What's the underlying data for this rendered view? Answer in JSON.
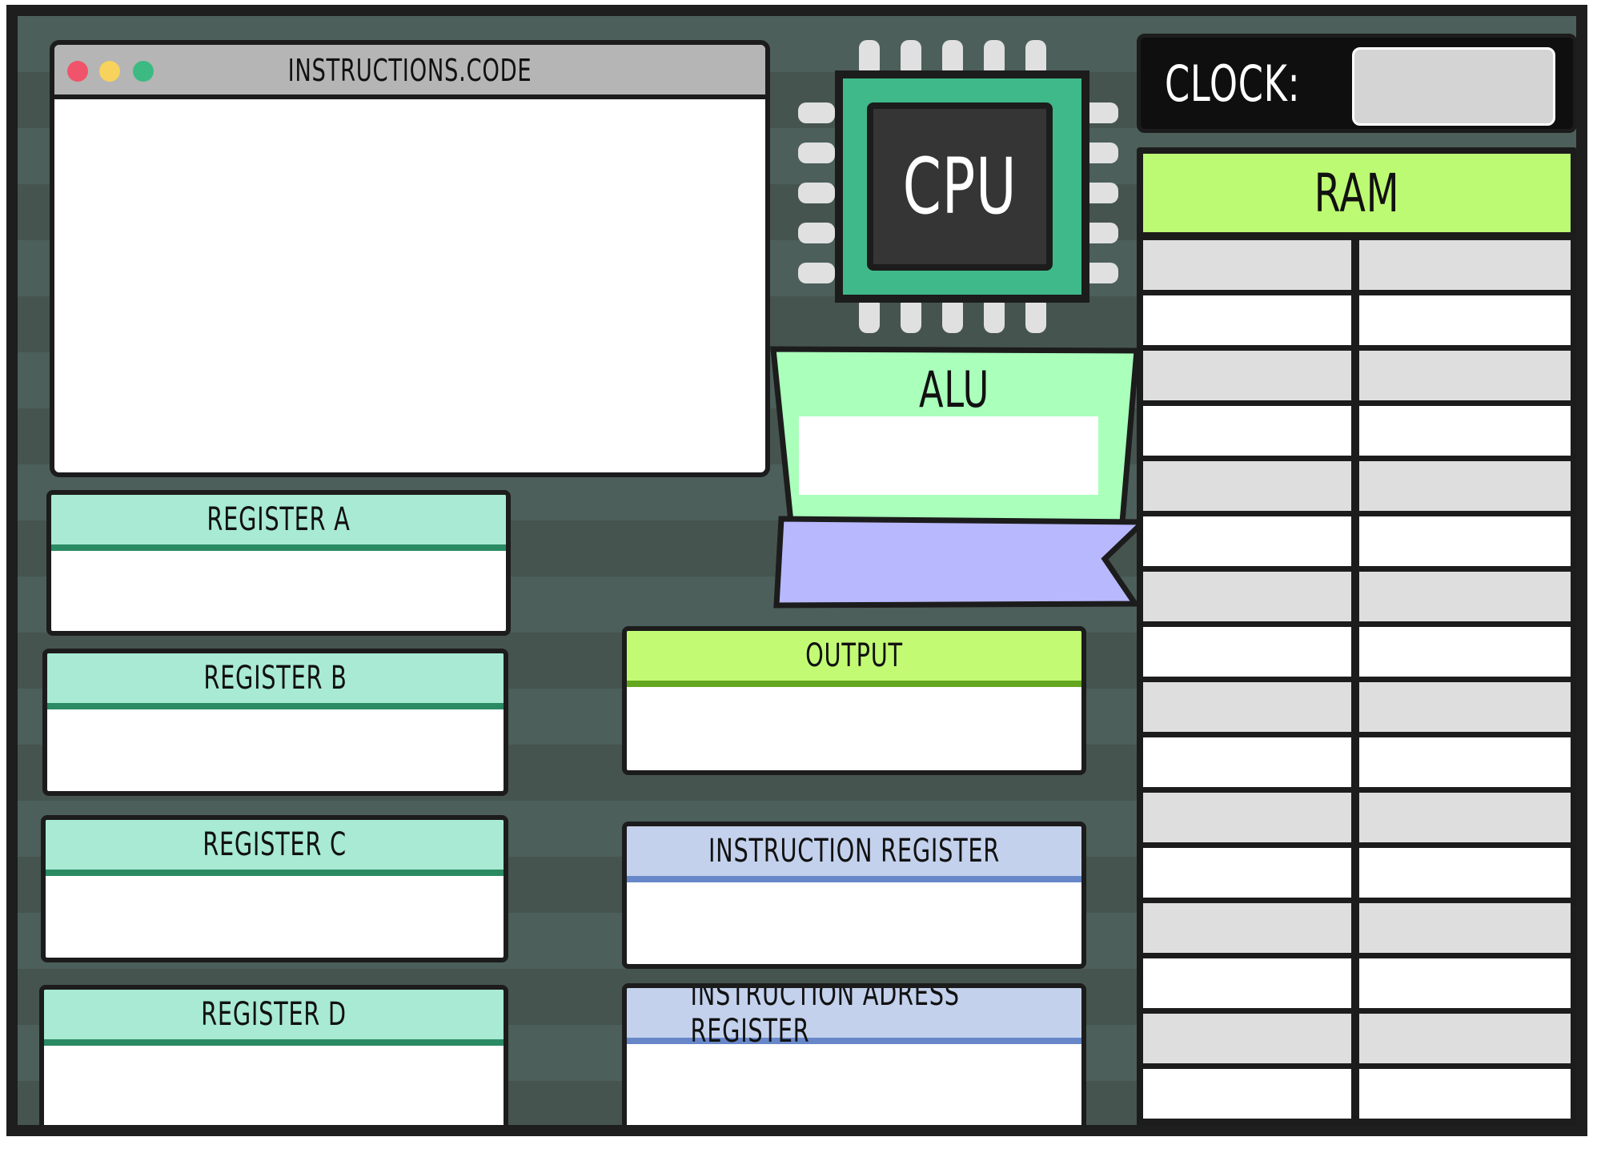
{
  "instructions_window": {
    "title": "INSTRUCTIONS.CODE",
    "code": "",
    "dots": [
      "#f0546a",
      "#f7d25c",
      "#3cba82"
    ]
  },
  "cpu": {
    "label": "CPU"
  },
  "clock": {
    "label": "CLOCK:",
    "value": ""
  },
  "alu": {
    "label": "ALU",
    "value": "",
    "flag": ""
  },
  "registers": [
    {
      "label": "REGISTER A",
      "value": ""
    },
    {
      "label": "REGISTER B",
      "value": ""
    },
    {
      "label": "REGISTER C",
      "value": ""
    },
    {
      "label": "REGISTER D",
      "value": ""
    }
  ],
  "output": {
    "label": "OUTPUT",
    "value": ""
  },
  "instruction_register": {
    "label": "INSTRUCTION REGISTER",
    "value": ""
  },
  "instruction_address_register": {
    "label": "INSTRUCTION ADRESS REGISTER",
    "value": ""
  },
  "ram": {
    "label": "RAM",
    "rows": [
      [
        "",
        ""
      ],
      [
        "",
        ""
      ],
      [
        "",
        ""
      ],
      [
        "",
        ""
      ],
      [
        "",
        ""
      ],
      [
        "",
        ""
      ],
      [
        "",
        ""
      ],
      [
        "",
        ""
      ],
      [
        "",
        ""
      ],
      [
        "",
        ""
      ],
      [
        "",
        ""
      ],
      [
        "",
        ""
      ],
      [
        "",
        ""
      ],
      [
        "",
        ""
      ],
      [
        "",
        ""
      ],
      [
        "",
        ""
      ]
    ]
  },
  "colors": {
    "register_header": "#a8ead3",
    "register_rule": "#2a8a63",
    "output_header": "#c2fb73",
    "output_rule": "#63a71f",
    "instruction_header": "#c3d1ec",
    "instruction_rule": "#6787c9",
    "ram_header": "#bdfa73",
    "ram_row_alt": "#dedede",
    "alu_body": "#aaffbb",
    "alu_ribbon": "#b8b8ff",
    "chip": "#3fb98a"
  }
}
